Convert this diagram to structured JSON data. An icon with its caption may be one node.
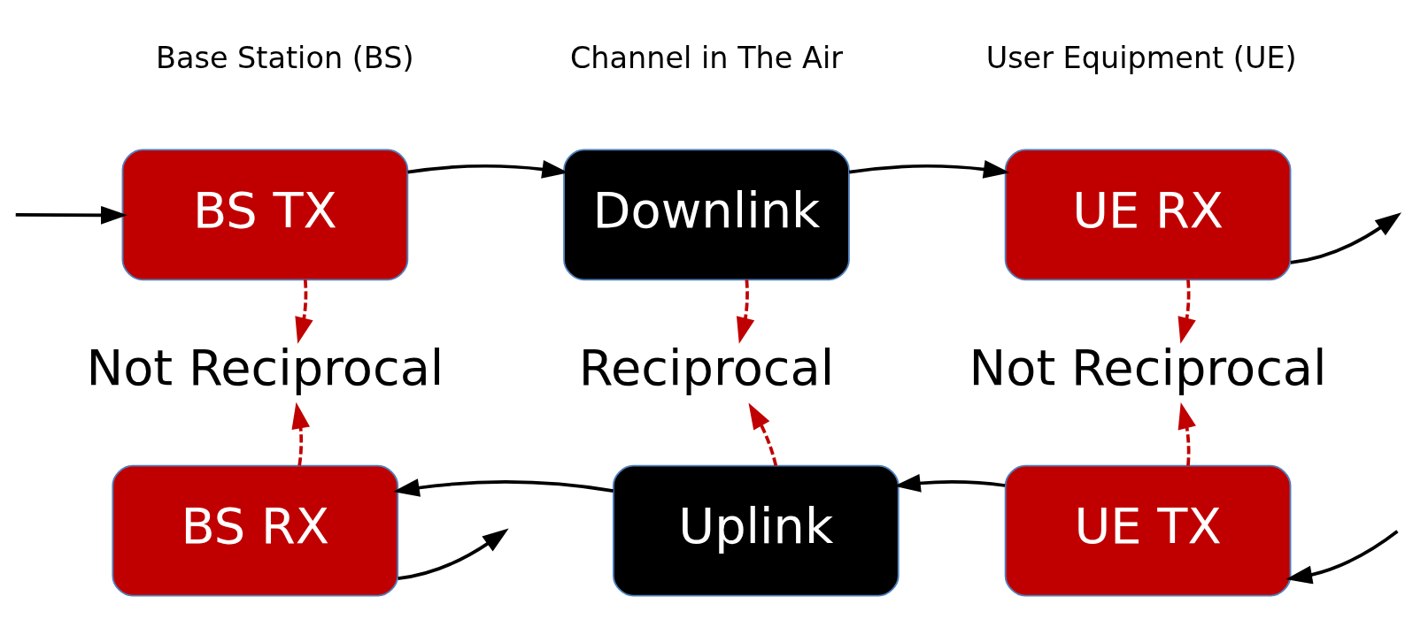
{
  "diagram": {
    "nodes": [
      {
        "text": [
          "BS TX"
        ]
      },
      {
        "text": [
          "Downlink"
        ]
      },
      {
        "text": [
          "UE RX"
        ]
      },
      {
        "text": [
          "Not Reciprocal"
        ]
      },
      {
        "text": [
          "Reciprocal"
        ]
      },
      {
        "text": [
          "Not Reciprocal"
        ]
      },
      {
        "text": [
          "BS RX"
        ]
      },
      {
        "text": [
          "Uplink"
        ]
      },
      {
        "text": [
          "UE TX"
        ]
      }
    ],
    "edges": [
      {
        "from": null,
        "to": 0,
        "arrow": "to"
      },
      {
        "from": 0,
        "to": 1,
        "arrow": "to"
      },
      {
        "from": 1,
        "to": 2,
        "arrow": "to"
      },
      {
        "from": 2,
        "to": null,
        "arrow": "to"
      },
      {
        "from": 0,
        "to": 3,
        "arrow": "to",
        "style": "dashed",
        "color": "#c00000"
      },
      {
        "from": 1,
        "to": 4,
        "arrow": "to",
        "style": "dashed",
        "color": "#c00000"
      },
      {
        "from": 2,
        "to": 5,
        "arrow": "to",
        "style": "dashed",
        "color": "#c00000"
      },
      {
        "from": 6,
        "to": 3,
        "arrow": "to",
        "style": "dashed",
        "color": "#c00000"
      },
      {
        "from": 7,
        "to": 4,
        "arrow": "to",
        "style": "dashed",
        "color": "#c00000"
      },
      {
        "from": 8,
        "to": 5,
        "arrow": "to",
        "style": "dashed",
        "color": "#c00000"
      },
      {
        "from": null,
        "to": 8,
        "arrow": "to"
      },
      {
        "from": 8,
        "to": 7,
        "arrow": "to"
      },
      {
        "from": 7,
        "to": 6,
        "arrow": "to"
      },
      {
        "from": 6,
        "to": null,
        "arrow": "to"
      }
    ],
    "labels": [
      "Base Station (BS)",
      "Channel in The Air",
      "User Equipment (UE)"
    ]
  }
}
